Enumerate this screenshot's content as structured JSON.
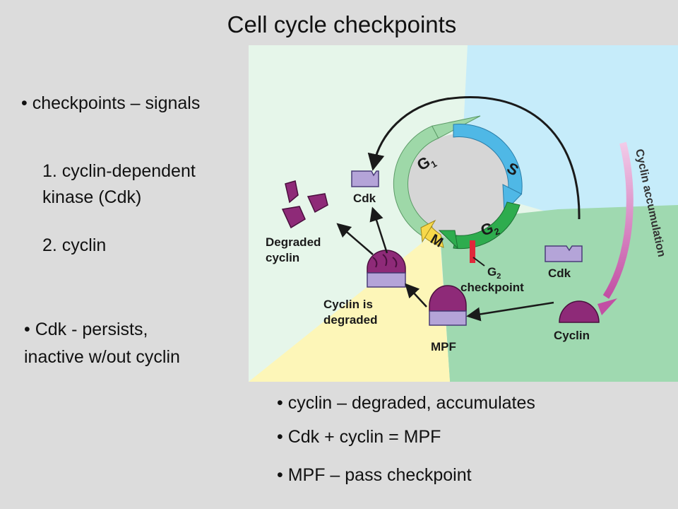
{
  "title": "Cell cycle checkpoints",
  "left_text": {
    "bullet_signals": "• checkpoints – signals",
    "item1_line1": "1. cyclin-dependent",
    "item1_line2": "kinase (Cdk)",
    "item2": "2. cyclin",
    "cdk_line1": "• Cdk - persists,",
    "cdk_line2": "inactive w/out cyclin"
  },
  "bottom_text": {
    "bullet_cyclin": "• cyclin – degraded, accumulates",
    "bullet_mpf": "• Cdk + cyclin = MPF",
    "bullet_pass": "• MPF – pass checkpoint"
  },
  "diagram": {
    "phase_g1": "G",
    "phase_g1_sub": "1",
    "phase_s": "S",
    "phase_g2": "G",
    "phase_g2_sub": "2",
    "phase_m": "M",
    "label_cdk_top": "Cdk",
    "label_cdk_right": "Cdk",
    "label_cyclin": "Cyclin",
    "label_mpf": "MPF",
    "label_degraded_line1": "Degraded",
    "label_degraded_line2": "cyclin",
    "label_is_degraded_line1": "Cyclin is",
    "label_is_degraded_line2": "degraded",
    "label_checkpoint_g": "G",
    "label_checkpoint_sub": "2",
    "label_checkpoint_word": "checkpoint",
    "label_accumulation": "Cyclin accumulation"
  },
  "colors": {
    "background": "#dcdcdc",
    "region_green_light": "#e6f6ea",
    "region_blue": "#c6ecfa",
    "region_yellow": "#fdf6b8",
    "region_green": "#9fd9b0",
    "g1_arrow": "#9ed8a8",
    "s_arrow": "#4fb8e6",
    "g2_arrow": "#2eac4e",
    "m_arrow": "#f7d84a",
    "cdk": "#b4a4d8",
    "cyclin": "#8e2a78",
    "checkpoint_bar": "#e0283a"
  }
}
